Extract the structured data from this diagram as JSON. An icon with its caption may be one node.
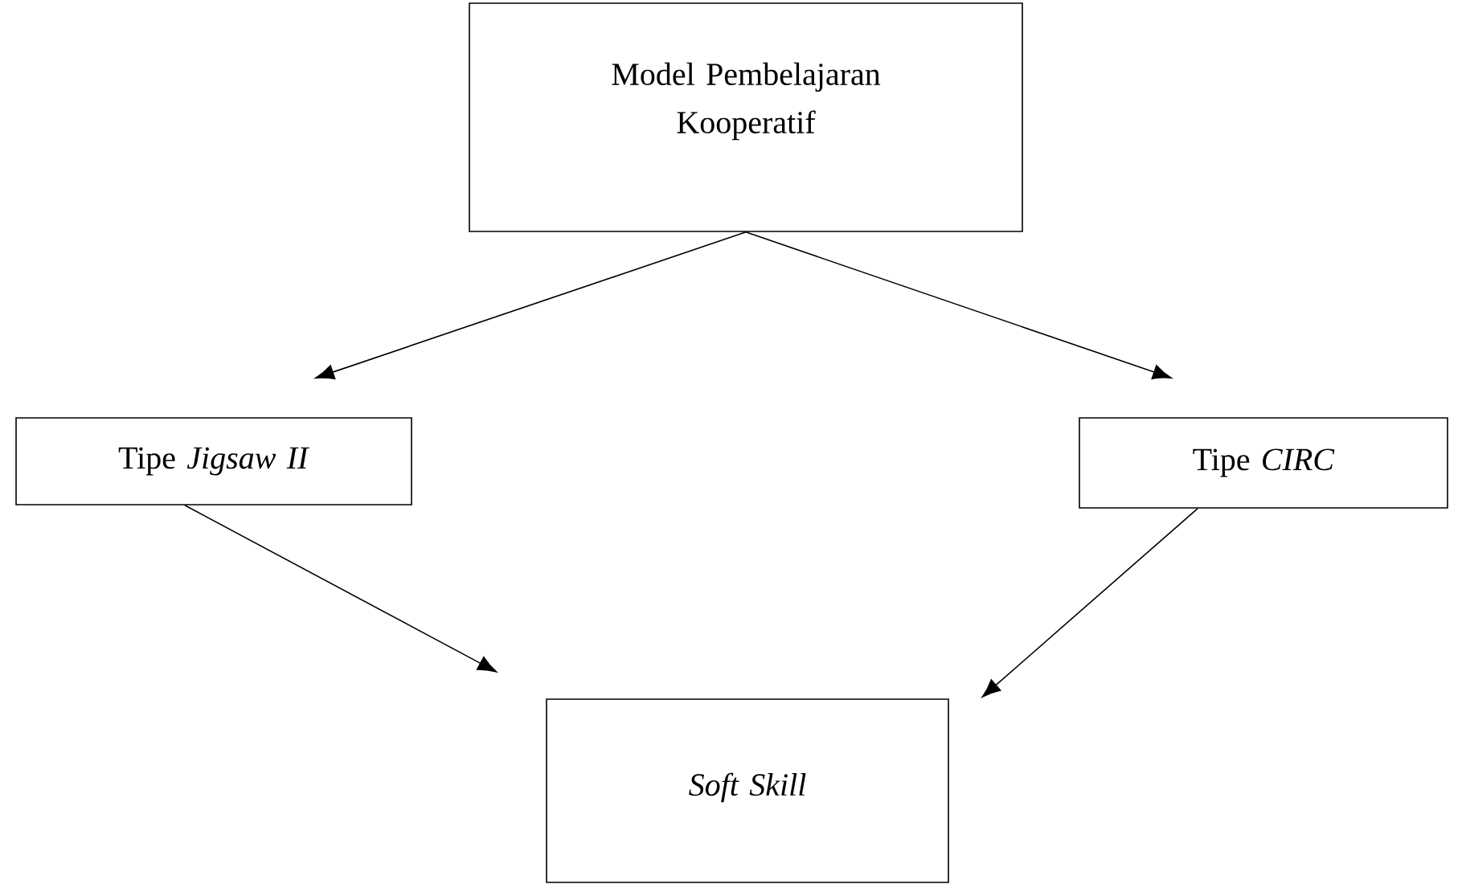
{
  "diagram": {
    "nodes": [
      {
        "text": [
          "Model Pembelajaran Kooperatif"
        ]
      },
      {
        "text": [
          "Tipe *Jigsaw II*"
        ]
      },
      {
        "text": [
          "Tipe *CIRC*"
        ]
      },
      {
        "text": [
          "Soft Skill"
        ]
      }
    ],
    "edges": [
      {
        "from": 0,
        "to": 1,
        "arrow": "to"
      },
      {
        "from": 0,
        "to": 2,
        "arrow": "to"
      },
      {
        "from": 1,
        "to": 3,
        "arrow": "to"
      },
      {
        "from": 2,
        "to": 3,
        "arrow": "to"
      }
    ]
  }
}
